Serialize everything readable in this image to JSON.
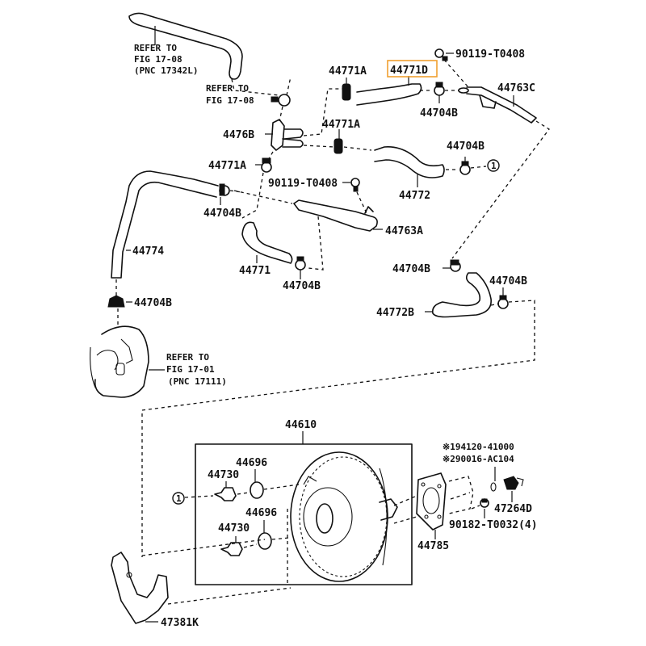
{
  "diagram": {
    "title": "Brake booster and vacuum hose parts diagram",
    "highlighted_part": "44771D",
    "highlight_color": "#f0a030",
    "ink_color": "#111111",
    "callouts": {
      "refer1": [
        "REFER TO",
        "FIG 17-08",
        "(PNC 17342L)"
      ],
      "refer2": [
        "REFER TO",
        "FIG 17-08"
      ],
      "refer3": [
        "REFER TO",
        "FIG 17-01",
        "(PNC 17111)"
      ],
      "ref_marker": "1"
    },
    "labels": {
      "p90119_top": "90119-T0408",
      "p44771A_top": "44771A",
      "p44771D": "44771D",
      "p44763C": "44763C",
      "p44704B_top": "44704B",
      "p4476B": "4476B",
      "p44771A_mid": "44771A",
      "p44704B_right": "44704B",
      "p44771A_left": "44771A",
      "p90119_mid": "90119-T0408",
      "p44772": "44772",
      "p44704B_left": "44704B",
      "p44763A": "44763A",
      "p44774": "44774",
      "p44771": "44771",
      "p44704B_low": "44704B",
      "p44704B_r2": "44704B",
      "p44704B_r3": "44704B",
      "p44772B": "44772B",
      "p44704B_bottom": "44704B",
      "p44610": "44610",
      "p44696_a": "44696",
      "p44730_a": "44730",
      "p44696_b": "44696",
      "p44730_b": "44730",
      "p94120": "※194120-41000",
      "p90016": "※290016-AC104",
      "p47264D": "47264D",
      "p90182": "90182-T0032(4)",
      "p44785": "44785",
      "p47381K": "47381K"
    }
  }
}
